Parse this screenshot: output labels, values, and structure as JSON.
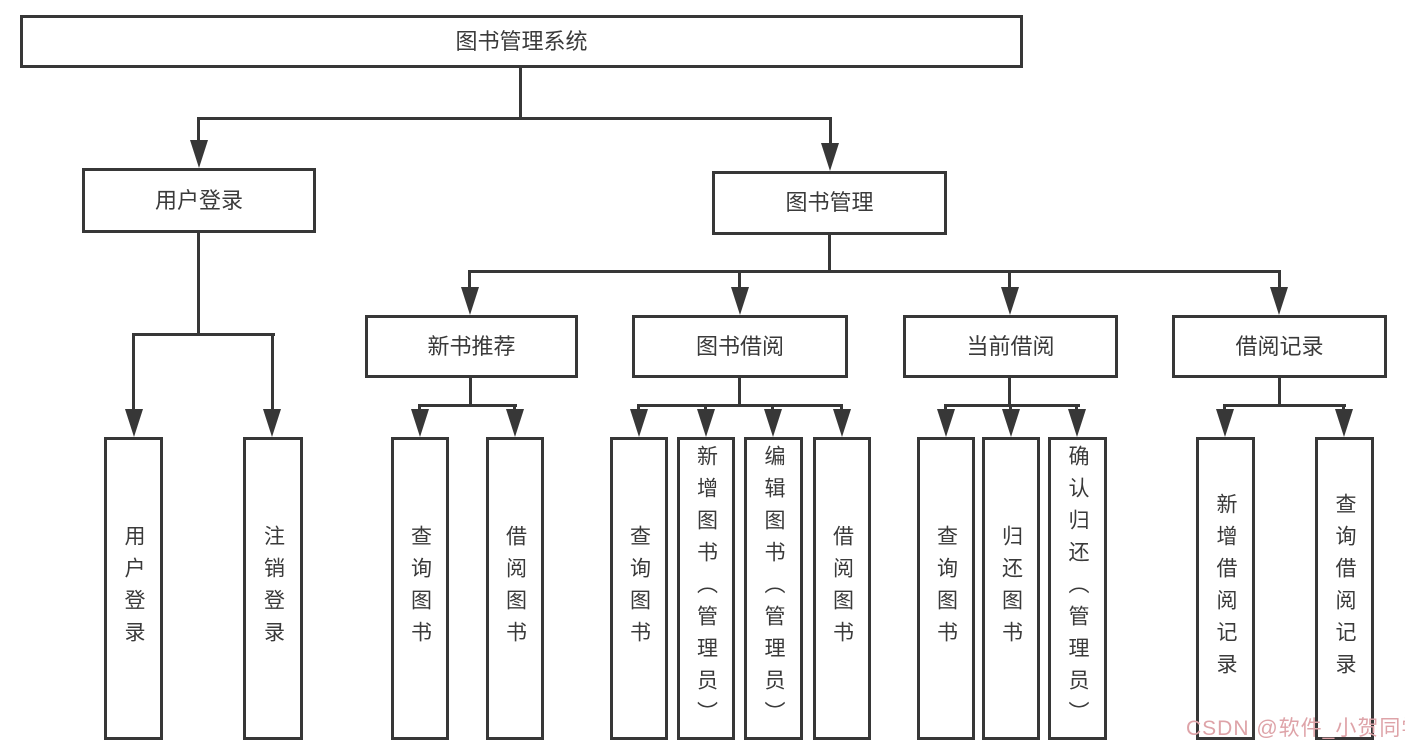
{
  "diagram": {
    "root": {
      "label": "图书管理系统"
    },
    "branches": [
      {
        "label": "用户登录"
      },
      {
        "label": "图书管理"
      }
    ],
    "modules": [
      {
        "label": "新书推荐"
      },
      {
        "label": "图书借阅"
      },
      {
        "label": "当前借阅"
      },
      {
        "label": "借阅记录"
      }
    ],
    "leaves": [
      {
        "label": "用户登录"
      },
      {
        "label": "注销登录"
      },
      {
        "label": "查询图书"
      },
      {
        "label": "借阅图书"
      },
      {
        "label": "查询图书"
      },
      {
        "label": "新增图书（管理员）"
      },
      {
        "label": "编辑图书（管理员）"
      },
      {
        "label": "借阅图书"
      },
      {
        "label": "查询图书"
      },
      {
        "label": "归还图书"
      },
      {
        "label": "确认归还（管理员）"
      },
      {
        "label": "新增借阅记录"
      },
      {
        "label": "查询借阅记录"
      }
    ],
    "watermark": "CSDN @软件_小贺同学",
    "colors": {
      "line": "#373737",
      "border": "#373737",
      "text": "#3a3a3a",
      "watermark": "#dea3a8",
      "background": "#ffffff"
    }
  }
}
